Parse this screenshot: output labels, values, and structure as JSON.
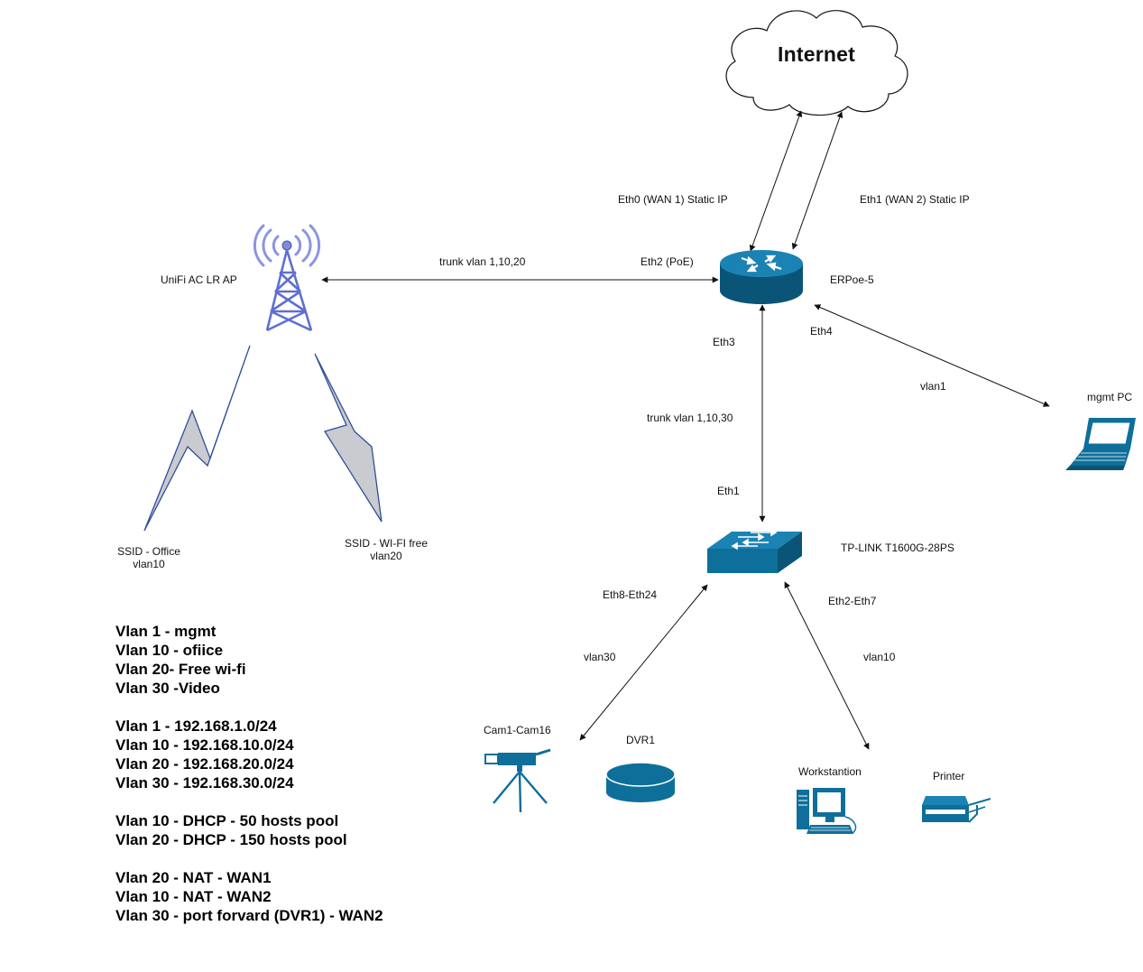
{
  "nodes": {
    "internet": {
      "label": "Internet"
    },
    "router": {
      "label": "ERPoe-5"
    },
    "ap": {
      "label": "UniFi AC LR AP"
    },
    "switch": {
      "label": "TP-LINK T1600G-28PS"
    },
    "mgmt_pc": {
      "label": "mgmt PC"
    },
    "cameras": {
      "label": "Cam1-Cam16"
    },
    "dvr": {
      "label": "DVR1"
    },
    "workstation": {
      "label": "Workstantion"
    },
    "printer": {
      "label": "Printer"
    },
    "ssid_office": {
      "line1": "SSID - Office",
      "line2": "vlan10"
    },
    "ssid_free": {
      "line1": "SSID - WI-FI free",
      "line2": "vlan20"
    }
  },
  "links": {
    "wan1": "Eth0 (WAN 1) Static IP",
    "wan2": "Eth1 (WAN 2) Static IP",
    "ap_trunk": "trunk vlan 1,10,20",
    "ap_port": "Eth2 (PoE)",
    "router_eth3": "Eth3",
    "router_eth4": "Eth4",
    "mgmt_vlan": "vlan1",
    "switch_trunk": "trunk vlan 1,10,30",
    "switch_eth1": "Eth1",
    "switch_left_ports": "Eth8-Eth24",
    "switch_right_ports": "Eth2-Eth7",
    "left_vlan": "vlan30",
    "right_vlan": "vlan10"
  },
  "notes": [
    [
      "Vlan 1 - mgmt",
      "Vlan 10 - ofiice",
      "Vlan 20- Free wi-fi",
      "Vlan 30 -Video"
    ],
    [
      "Vlan 1 - 192.168.1.0/24",
      "Vlan 10 - 192.168.10.0/24",
      "Vlan 20 - 192.168.20.0/24",
      "Vlan 30 - 192.168.30.0/24"
    ],
    [
      "Vlan 10 - DHCP - 50 hosts pool",
      "Vlan 20 - DHCP - 150 hosts pool"
    ],
    [
      "Vlan 20 - NAT - WAN1",
      "Vlan 10 - NAT - WAN2",
      "Vlan 30 - port forvard (DVR1) - WAN2"
    ]
  ],
  "colors": {
    "device": "#0e6f9a",
    "device_dark": "#0a5577",
    "ap_wave": "#6f7fd0",
    "lightning": "#c9cbd1",
    "lightning_stroke": "#2f4d9a",
    "line": "#111111"
  }
}
